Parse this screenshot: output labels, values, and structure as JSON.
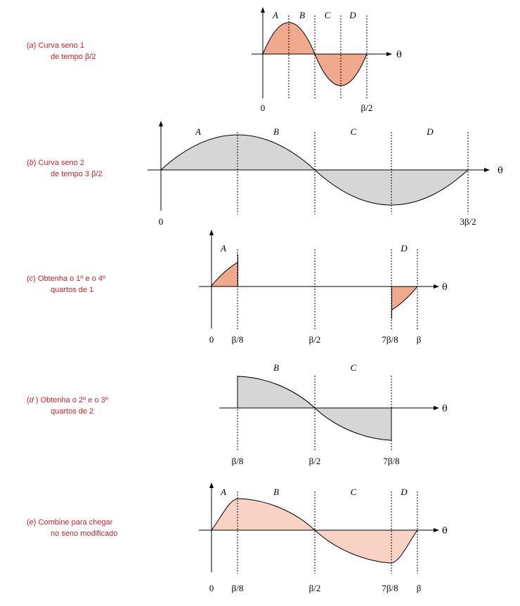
{
  "theta_symbol": "θ",
  "colors": {
    "caption": "#cc2229",
    "salmon": "#f0a98c",
    "gray": "#d6d6d6",
    "light_salmon": "#f8d3c3"
  },
  "panels": [
    {
      "id": "a",
      "caption_letter": "a",
      "caption_lines": [
        "Curva seno 1",
        "de tempo β/2"
      ],
      "segments": [
        "A",
        "B",
        "C",
        "D"
      ],
      "ticks": [
        "0",
        "β/2"
      ]
    },
    {
      "id": "b",
      "caption_letter": "b",
      "caption_lines": [
        "Curva seno 2",
        "de tempo 3 β/2"
      ],
      "segments": [
        "A",
        "B",
        "C",
        "D"
      ],
      "ticks": [
        "0",
        "3β/2"
      ]
    },
    {
      "id": "c",
      "caption_letter": "c",
      "caption_lines": [
        "Obtenha o 1º e o 4º",
        "quartos de 1"
      ],
      "segments": [
        "A",
        "D"
      ],
      "ticks": [
        "0",
        "β/8",
        "β/2",
        "7β/8",
        "β"
      ]
    },
    {
      "id": "d",
      "caption_letter": "d",
      "caption_lines": [
        "Obtenha o 2º e o 3º",
        "quartos de  2"
      ],
      "segments": [
        "B",
        "C"
      ],
      "ticks": [
        "β/8",
        "β/2",
        "7β/8"
      ]
    },
    {
      "id": "e",
      "caption_letter": "e",
      "caption_lines": [
        "Combine para chegar",
        "no seno modificado"
      ],
      "segments": [
        "A",
        "B",
        "C",
        "D"
      ],
      "ticks": [
        "0",
        "β/8",
        "β/2",
        "7β/8",
        "β"
      ]
    }
  ]
}
